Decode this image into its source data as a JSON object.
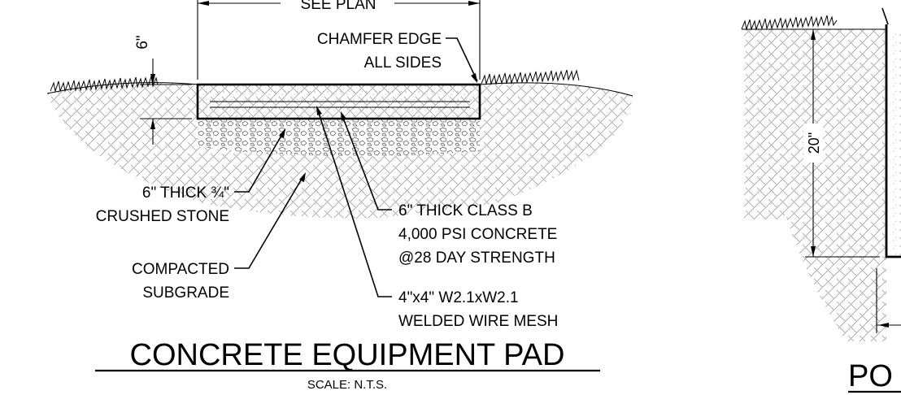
{
  "detail_left": {
    "title": "CONCRETE EQUIPMENT PAD",
    "scale": "SCALE: N.T.S.",
    "dim_top": "SEE PLAN",
    "dim_thickness": "6\"",
    "labels": {
      "chamfer_1": "CHAMFER EDGE",
      "chamfer_2": "ALL SIDES",
      "stone_1": "6\" THICK ¾\"",
      "stone_2": "CRUSHED STONE",
      "subgrade_1": "COMPACTED",
      "subgrade_2": "SUBGRADE",
      "concrete_1": "6\" THICK CLASS B",
      "concrete_2": "4,000 PSI CONCRETE",
      "concrete_3": "@28 DAY STRENGTH",
      "mesh_1": "4\"x4\" W2.1xW2.1",
      "mesh_2": "WELDED WIRE MESH"
    }
  },
  "detail_right": {
    "title_partial": "PO",
    "dim_depth": "20\""
  }
}
